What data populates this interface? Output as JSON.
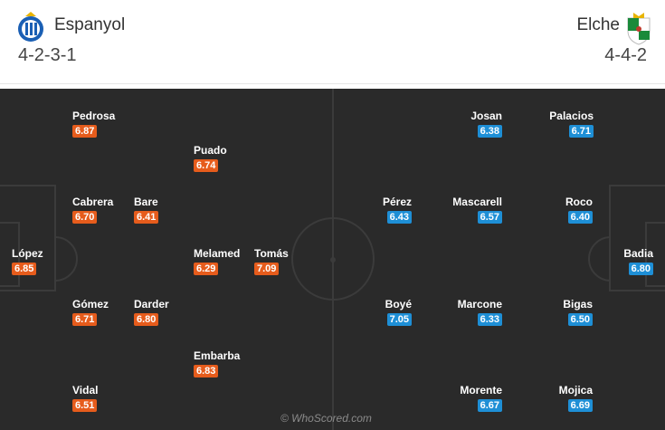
{
  "home": {
    "name": "Espanyol",
    "formation": "4-2-3-1",
    "color": "#e65c1c",
    "crest": "espanyol-crest-icon",
    "players": [
      {
        "name": "Pedrosa",
        "rating": "6.87"
      },
      {
        "name": "Puado",
        "rating": "6.74"
      },
      {
        "name": "Cabrera",
        "rating": "6.70"
      },
      {
        "name": "Bare",
        "rating": "6.41"
      },
      {
        "name": "López",
        "rating": "6.85"
      },
      {
        "name": "Melamed",
        "rating": "6.29"
      },
      {
        "name": "Tomás",
        "rating": "7.09"
      },
      {
        "name": "Gómez",
        "rating": "6.71"
      },
      {
        "name": "Darder",
        "rating": "6.80"
      },
      {
        "name": "Embarba",
        "rating": "6.83"
      },
      {
        "name": "Vidal",
        "rating": "6.51"
      }
    ]
  },
  "away": {
    "name": "Elche",
    "formation": "4-4-2",
    "color": "#1e8fd6",
    "crest": "elche-crest-icon",
    "players": [
      {
        "name": "Josan",
        "rating": "6.38"
      },
      {
        "name": "Palacios",
        "rating": "6.71"
      },
      {
        "name": "Pérez",
        "rating": "6.43"
      },
      {
        "name": "Mascarell",
        "rating": "6.57"
      },
      {
        "name": "Roco",
        "rating": "6.40"
      },
      {
        "name": "Badia",
        "rating": "6.80"
      },
      {
        "name": "Boyé",
        "rating": "7.05"
      },
      {
        "name": "Marcone",
        "rating": "6.33"
      },
      {
        "name": "Bigas",
        "rating": "6.50"
      },
      {
        "name": "Morente",
        "rating": "6.67"
      },
      {
        "name": "Mojica",
        "rating": "6.69"
      }
    ]
  },
  "watermark": "© WhoScored.com"
}
